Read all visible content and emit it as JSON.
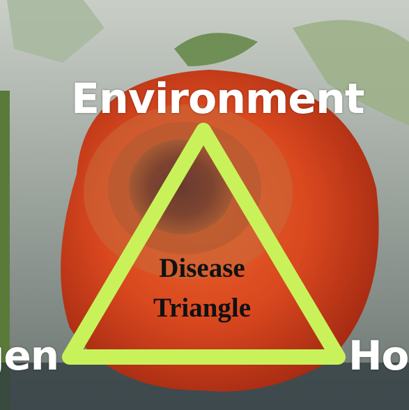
{
  "diagram": {
    "vertices": {
      "top": "Environment",
      "left": "Pathogen",
      "right": "Host"
    },
    "center_label": [
      "Disease",
      "Triangle"
    ],
    "colors": {
      "triangle": "#c9f25a",
      "vertex_text": "#ffffff",
      "center_text": "#111111"
    }
  }
}
